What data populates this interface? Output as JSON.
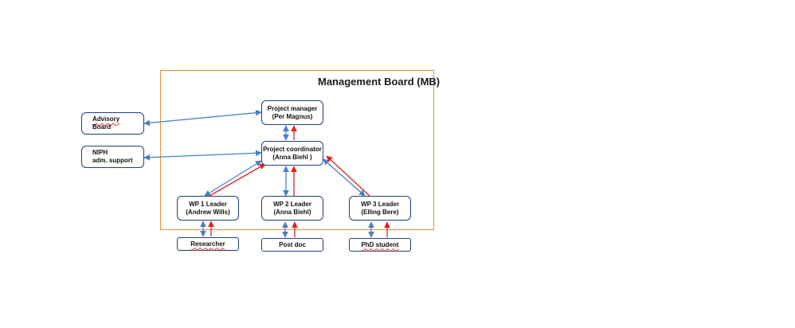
{
  "diagram": {
    "title": "Management Board (MB)",
    "nodes": {
      "advisory_board": {
        "line1": "Advisory",
        "line2": "Board"
      },
      "niph_support": {
        "line1": "NIPH",
        "line2": "adm. support"
      },
      "project_manager": {
        "line1": "Project manager",
        "line2": "(Per Magnus)"
      },
      "project_coordinator": {
        "line1": "Project coordinator",
        "line2": "(Anna Biehl )"
      },
      "wp1_leader": {
        "line1": "WP 1 Leader",
        "line2": "(Andrew Wills)"
      },
      "wp2_leader": {
        "line1": "WP 2 Leader",
        "line2": "(Anna Biehl)"
      },
      "wp3_leader": {
        "line1": "WP 3 Leader",
        "line2": "(Elling Bere)"
      },
      "researcher": {
        "label": "Researcher"
      },
      "post_doc": {
        "label": "Post doc"
      },
      "phd_student": {
        "label": "PhD student"
      }
    },
    "colors": {
      "frame": "#e8913a",
      "box_border": "#1f3f7a",
      "two_way_arrow": "#4a7fc1",
      "upward_arrow": "#e02020"
    }
  }
}
